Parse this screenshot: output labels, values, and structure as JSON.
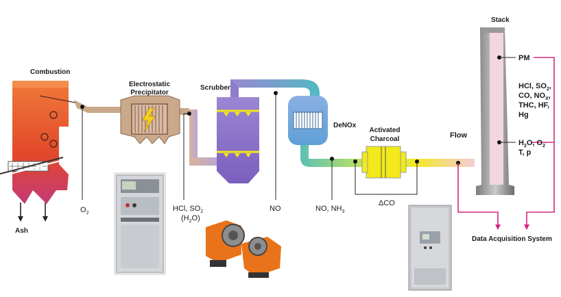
{
  "units": {
    "combustion": "Combustion",
    "ash": "Ash",
    "esp_line1": "Electrostatic",
    "esp_line2": "Precipitator",
    "scrubber": "Scrubber",
    "denox": "DeNOx",
    "charcoal_line1": "Activated",
    "charcoal_line2": "Charcoal",
    "stack": "Stack",
    "flow": "Flow",
    "das": "Data Acquisition System"
  },
  "measurements": {
    "o2": "O",
    "o2_sub": "2",
    "hcl_line1_a": "HCl, SO",
    "hcl_line1_sub": "2",
    "hcl_line2_a": "(H",
    "hcl_line2_sub": "2",
    "hcl_line2_b": "O)",
    "no": "NO",
    "no_nh3_a": "NO, NH",
    "no_nh3_sub": "3",
    "delta_co": "ΔCO",
    "stack_pm": "PM",
    "stack_l1_a": "HCl, SO",
    "stack_l1_sub": "2",
    "stack_l1_b": ",",
    "stack_l2_a": "CO, NO",
    "stack_l2_sub": "X",
    "stack_l2_b": ",",
    "stack_l3": "THC, HF,",
    "stack_l4": "Hg",
    "stack_l5_a": "H",
    "stack_l5_sub": "2",
    "stack_l5_b": "O, O",
    "stack_l5_sub2": "2",
    "stack_l6": "T, p"
  },
  "colors": {
    "signal_line": "#d4267f",
    "furnace": "#e85a2a",
    "duct": "#c9a98a",
    "scrubber": "#8a6fc4",
    "denox": "#5fb8c2",
    "charcoal": "#f2ea1a",
    "stack_body": "#8c8c8c"
  }
}
